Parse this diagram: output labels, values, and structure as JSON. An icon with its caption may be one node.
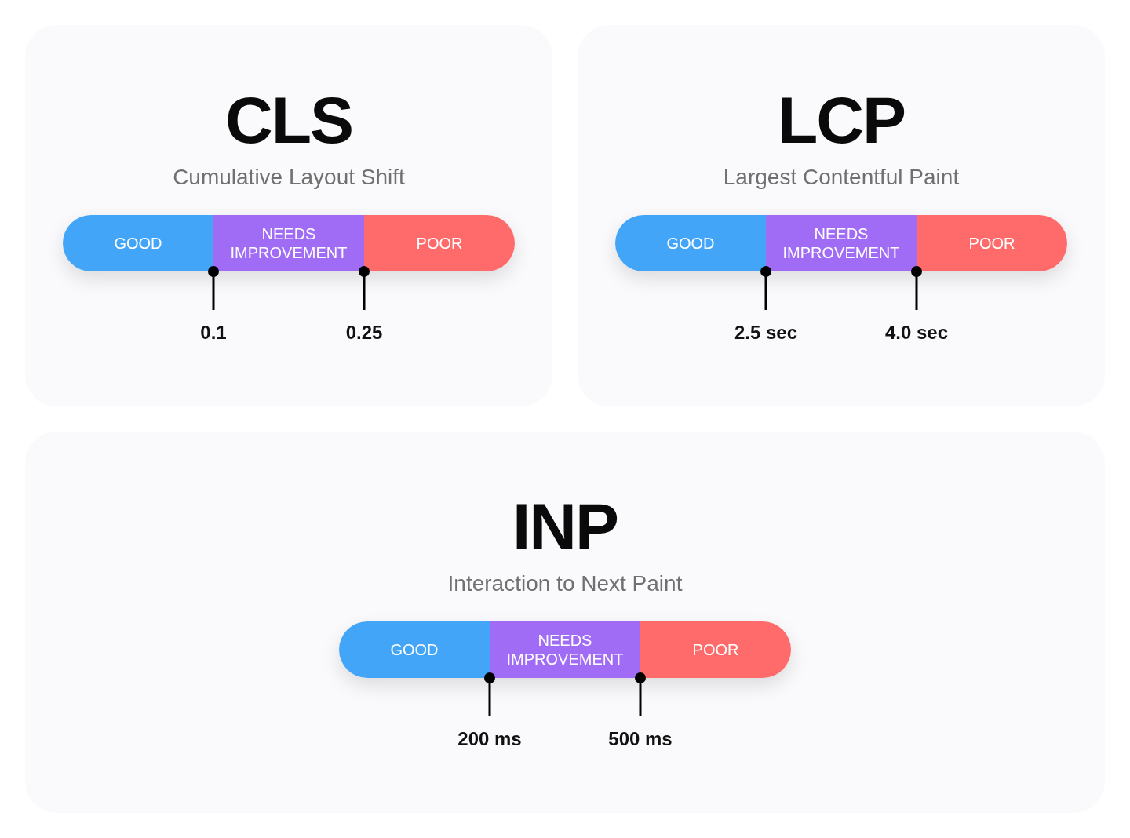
{
  "diagram": {
    "nodes": [
      {
        "text": [
          "CLS",
          "Cumulative Layout Shift"
        ]
      },
      {
        "text": [
          "GOOD"
        ],
        "in": 0
      },
      {
        "text": [
          "NEEDS IMPROVEMENT"
        ],
        "in": 0
      },
      {
        "text": [
          "POOR"
        ],
        "in": 0
      },
      {
        "text": [
          "0.1"
        ],
        "in": 0
      },
      {
        "text": [
          "0.25"
        ],
        "in": 0
      },
      {
        "text": [
          "LCP",
          "Largest Contentful Paint"
        ]
      },
      {
        "text": [
          "GOOD"
        ],
        "in": 6
      },
      {
        "text": [
          "NEEDS IMPROVEMENT"
        ],
        "in": 6
      },
      {
        "text": [
          "POOR"
        ],
        "in": 6
      },
      {
        "text": [
          "2.5 sec"
        ],
        "in": 6
      },
      {
        "text": [
          "4.0 sec"
        ],
        "in": 6
      },
      {
        "text": [
          "INP",
          "Interaction to Next Paint"
        ]
      },
      {
        "text": [
          "GOOD"
        ],
        "in": 12
      },
      {
        "text": [
          "NEEDS IMPROVEMENT"
        ],
        "in": 12
      },
      {
        "text": [
          "POOR"
        ],
        "in": 12
      },
      {
        "text": [
          "200 ms"
        ],
        "in": 12
      },
      {
        "text": [
          "500 ms"
        ],
        "in": 12
      }
    ],
    "edges": [
      {
        "from": 4,
        "to": 1,
        "arrow": "other"
      },
      {
        "from": 5,
        "to": 2,
        "arrow": "other"
      },
      {
        "from": 10,
        "to": 7,
        "arrow": "other"
      },
      {
        "from": 11,
        "to": 8,
        "arrow": "other"
      },
      {
        "from": 16,
        "to": 13,
        "arrow": "other"
      },
      {
        "from": 17,
        "to": 14,
        "arrow": "other"
      }
    ]
  }
}
